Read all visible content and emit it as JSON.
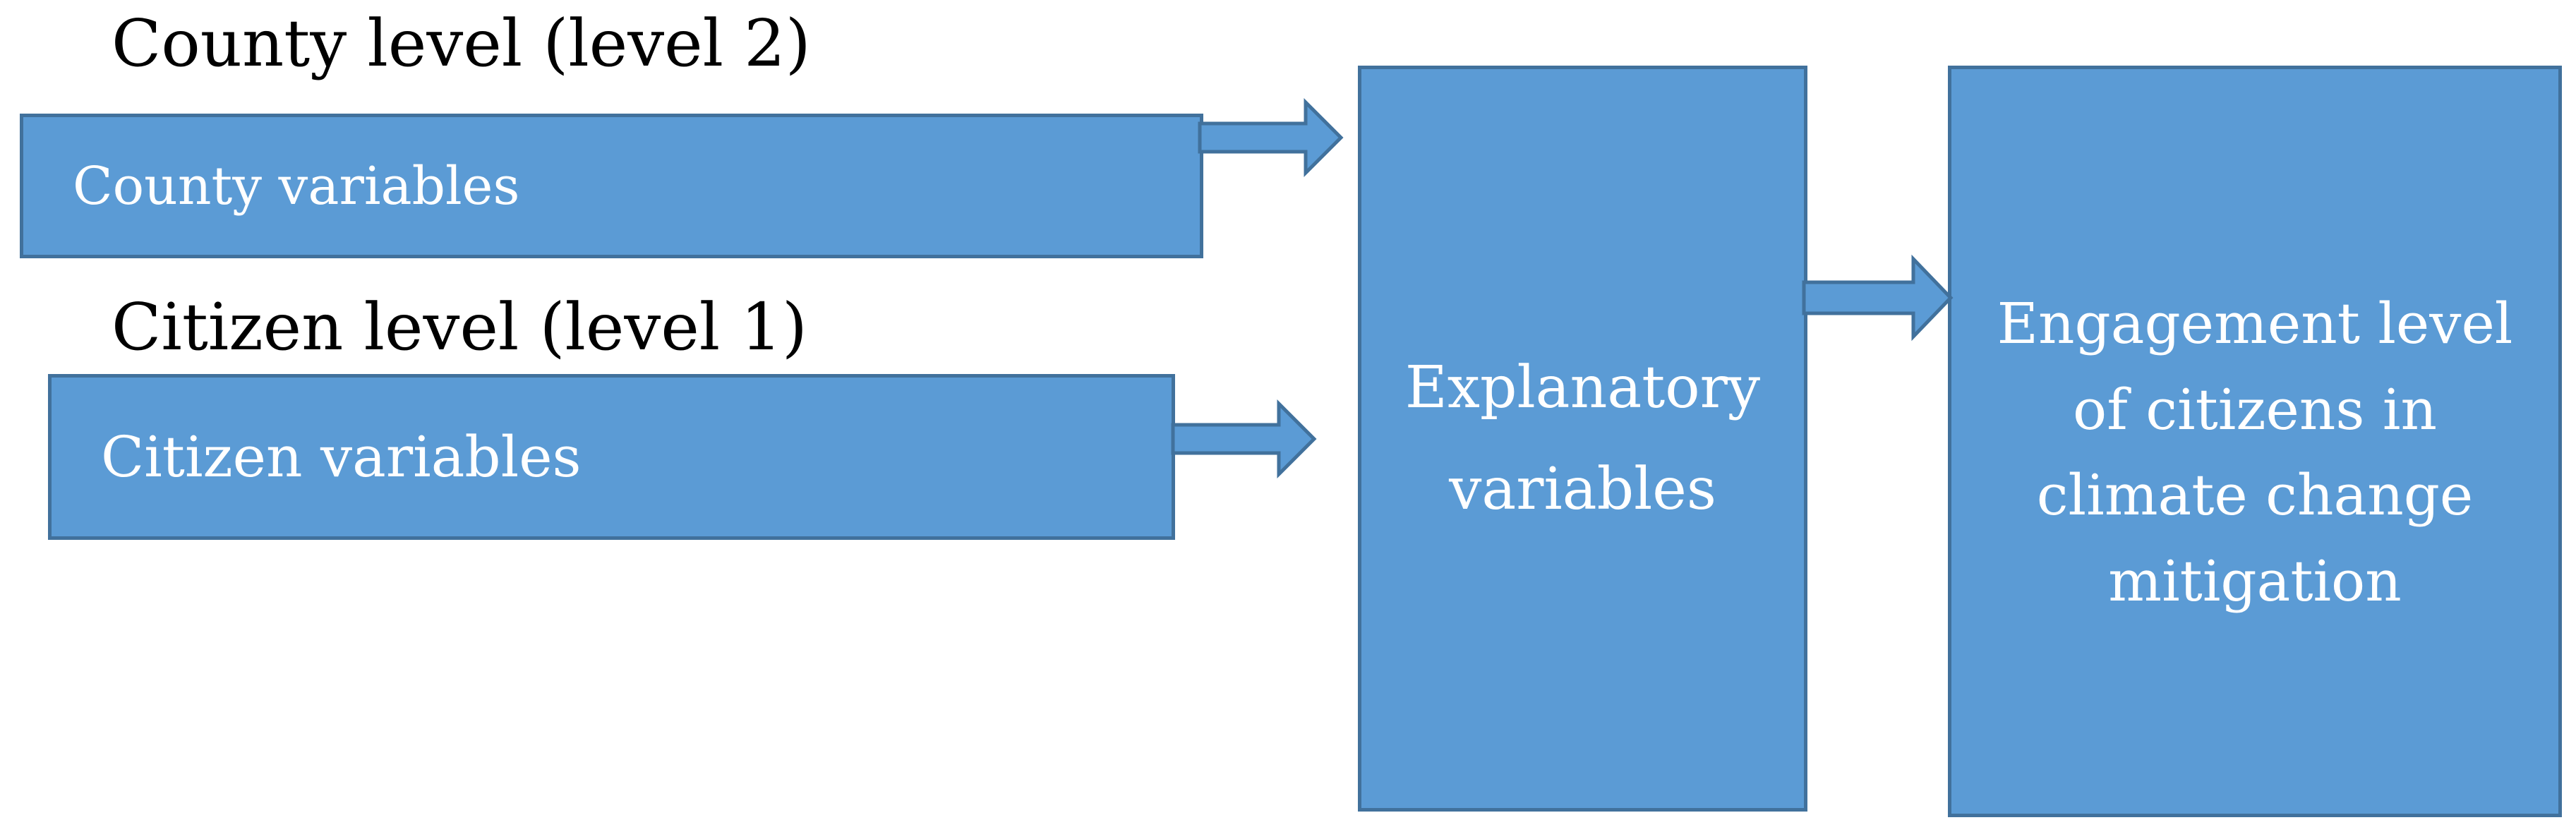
{
  "diagram": {
    "county_title": "County level (level 2)",
    "citizen_title": "Citizen level (level 1)",
    "county_box_label": "County variables",
    "citizen_box_label": "Citizen variables",
    "explanatory_box_label": "Explanatory variables",
    "outcome_box_label": "Engagement level of citizens in climate change mitigation"
  },
  "colors": {
    "box_fill": "#5b9bd5",
    "box_border": "#41719c",
    "box_text": "#ffffff",
    "title_text": "#000000"
  }
}
